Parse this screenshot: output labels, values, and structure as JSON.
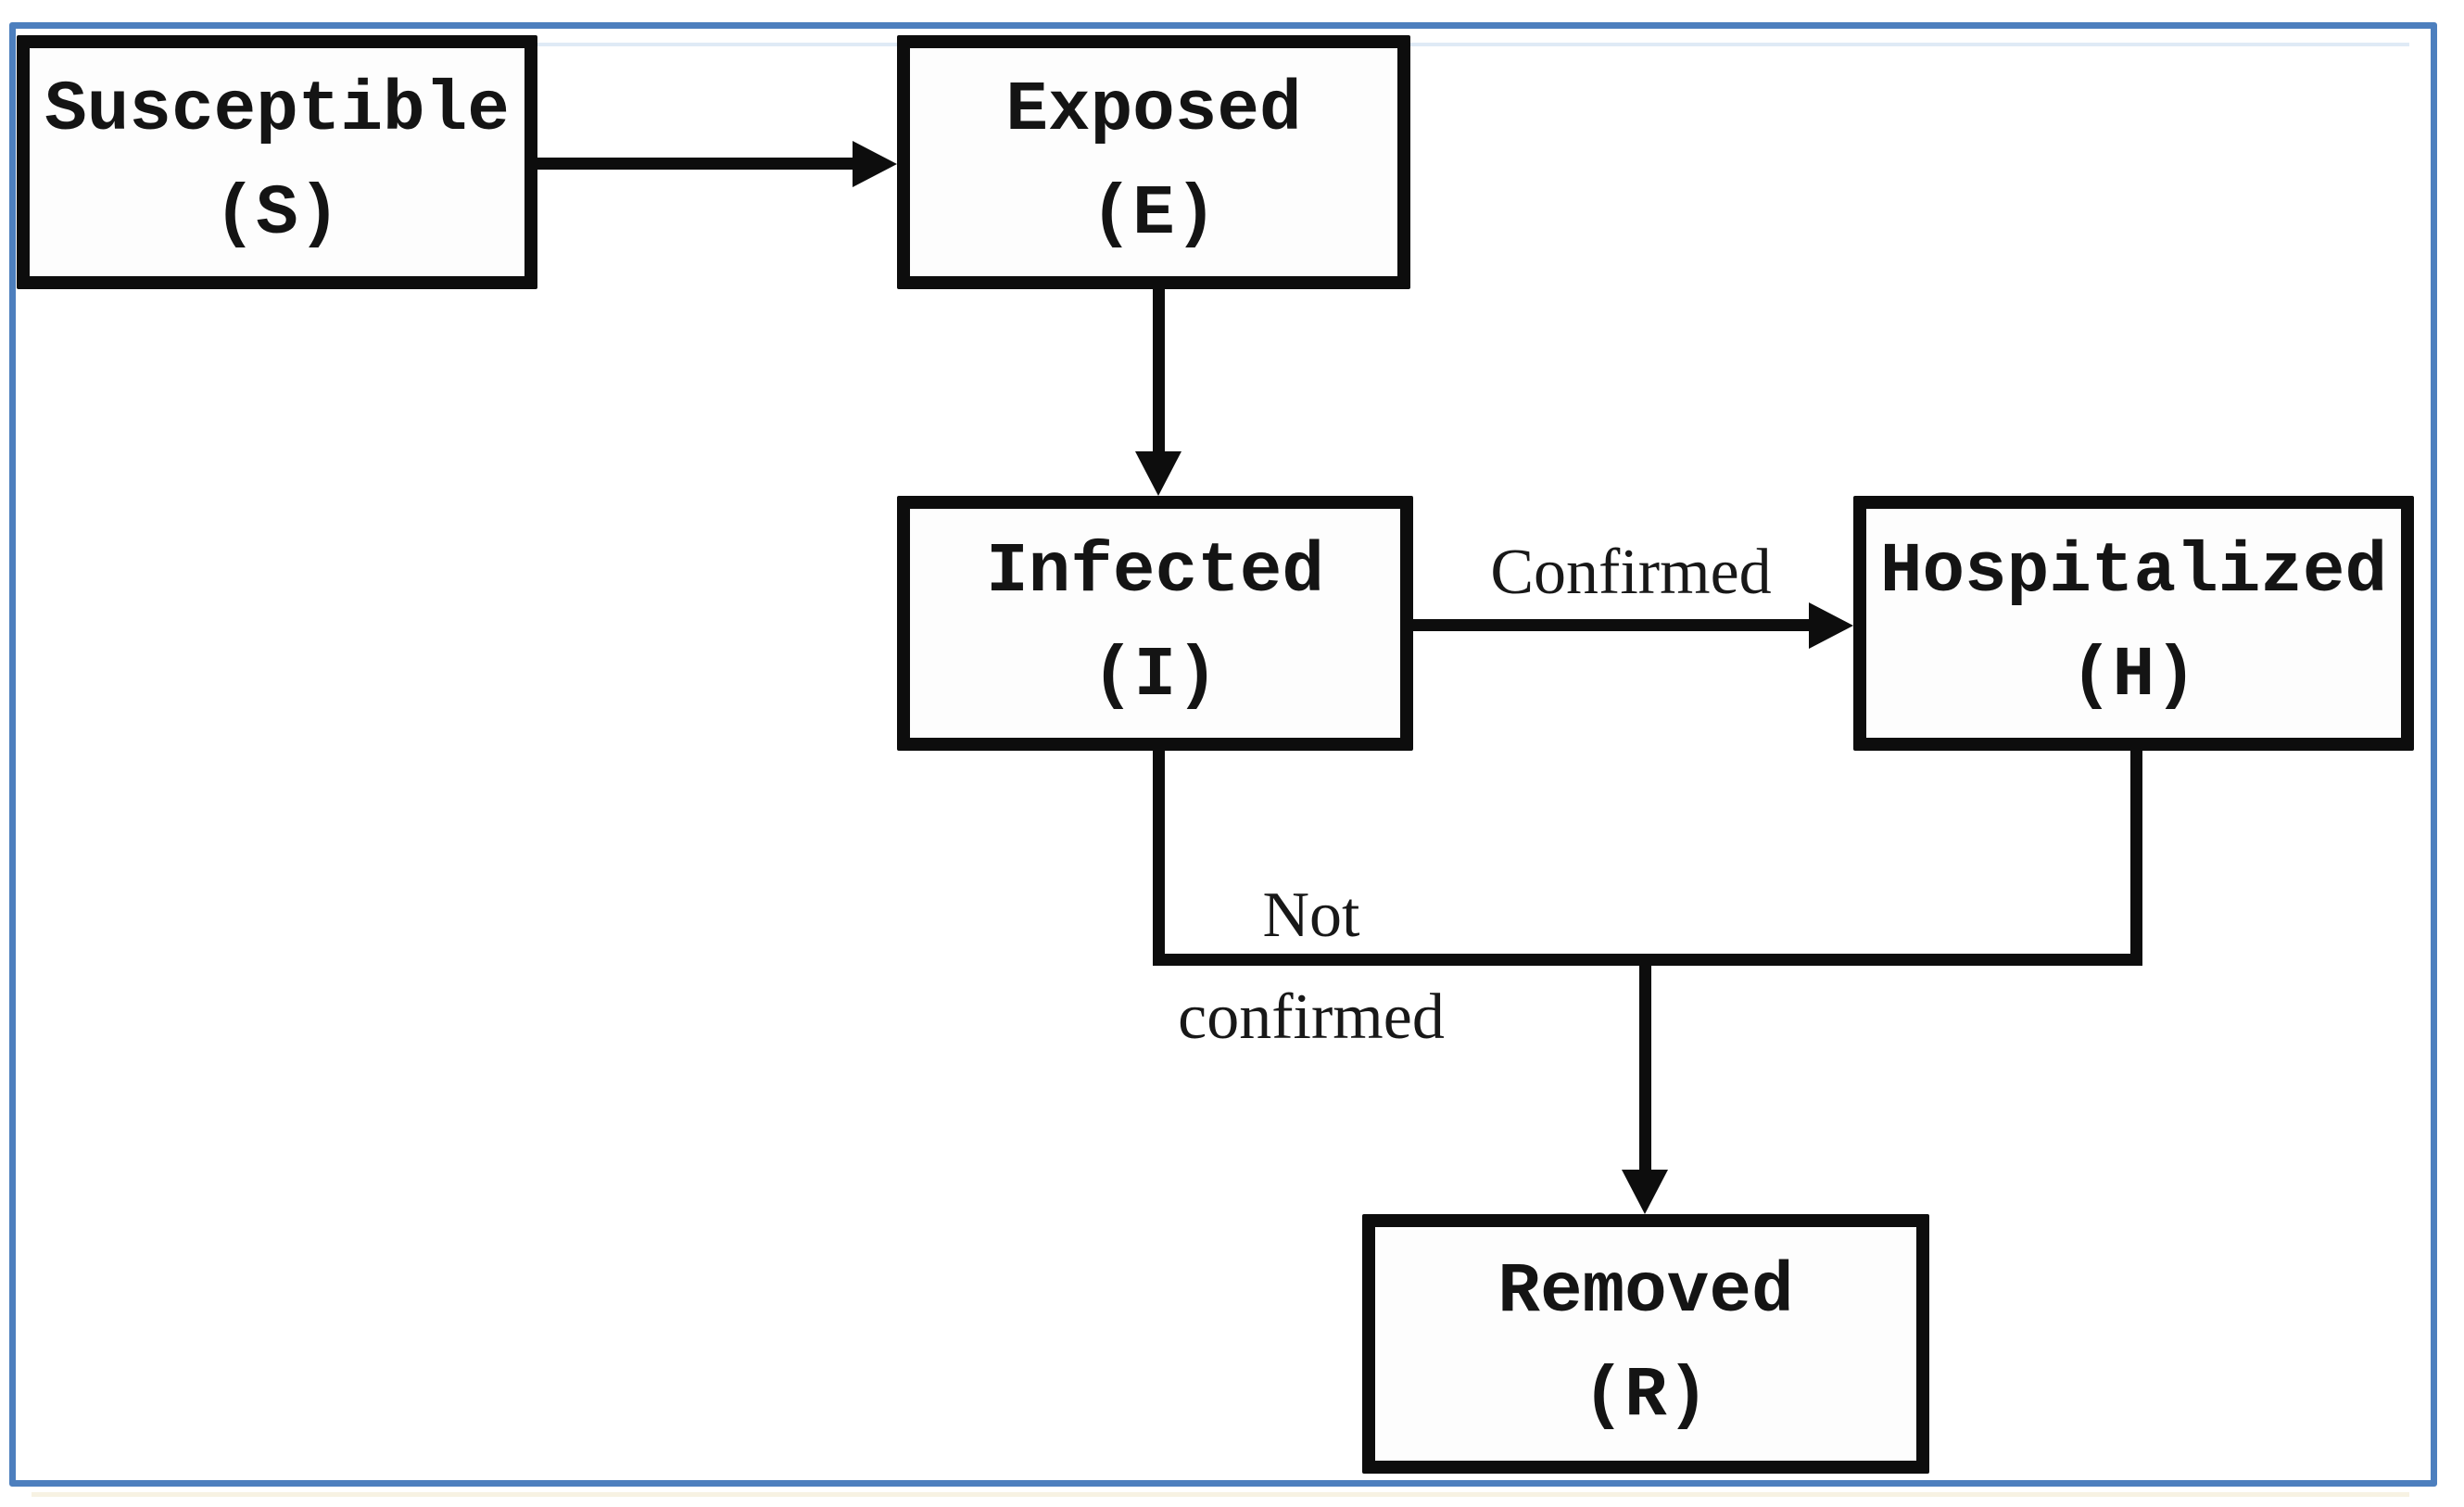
{
  "diagram": {
    "type": "flowchart",
    "description": "SEIHR epidemic compartment model flow diagram",
    "frame_color": "#4d7fbe",
    "line_color": "#0d0d0d",
    "background_color": "#ffffff",
    "nodes": [
      {
        "id": "S",
        "name": "Susceptible",
        "symbol": "(S)"
      },
      {
        "id": "E",
        "name": "Exposed",
        "symbol": "(E)"
      },
      {
        "id": "I",
        "name": "Infected",
        "symbol": "(I)"
      },
      {
        "id": "H",
        "name": "Hospitalized",
        "symbol": "(H)"
      },
      {
        "id": "R",
        "name": "Removed",
        "symbol": "(R)"
      }
    ],
    "edges": [
      {
        "from": "S",
        "to": "E",
        "label": ""
      },
      {
        "from": "E",
        "to": "I",
        "label": ""
      },
      {
        "from": "I",
        "to": "H",
        "label": "Confirmed"
      },
      {
        "from": "I",
        "to": "R",
        "label": "Not confirmed"
      },
      {
        "from": "H",
        "to": "R",
        "label": ""
      }
    ],
    "labels": {
      "confirmed": "Confirmed",
      "not_confirmed_line1": "Not",
      "not_confirmed_line2": "confirmed"
    }
  }
}
